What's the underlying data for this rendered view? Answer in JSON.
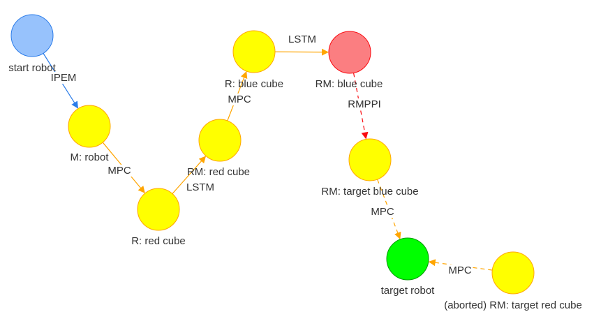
{
  "colors": {
    "start": {
      "fill": "#97c2fc",
      "stroke": "#2b7ce9"
    },
    "step": {
      "fill": "#ffff00",
      "stroke": "#ffa500"
    },
    "blocked": {
      "fill": "#fb7e81",
      "stroke": "#fa0a10"
    },
    "goal": {
      "fill": "#00ff00",
      "stroke": "#009900"
    },
    "edge_default": "#ffa500",
    "edge_start": "#2b7ce9",
    "edge_blocked": "#fa0a10"
  },
  "nodes": [
    {
      "id": "start-robot",
      "label": "start robot",
      "kind": "start"
    },
    {
      "id": "m-robot",
      "label": "M: robot",
      "kind": "step"
    },
    {
      "id": "r-red-cube",
      "label": "R: red cube",
      "kind": "step"
    },
    {
      "id": "rm-red-cube",
      "label": "RM: red cube",
      "kind": "step"
    },
    {
      "id": "r-blue-cube",
      "label": "R: blue cube",
      "kind": "step"
    },
    {
      "id": "rm-blue-cube",
      "label": "RM: blue cube",
      "kind": "blocked"
    },
    {
      "id": "rm-target-blue-cube",
      "label": "RM: target blue cube",
      "kind": "step"
    },
    {
      "id": "target-robot",
      "label": "target robot",
      "kind": "goal"
    },
    {
      "id": "aborted-rm-target-red-cube",
      "label": "(aborted) RM: target red cube",
      "kind": "step"
    }
  ],
  "edges": [
    {
      "from": "start-robot",
      "to": "m-robot",
      "label": "IPEM",
      "style": "solid",
      "color": "start"
    },
    {
      "from": "m-robot",
      "to": "r-red-cube",
      "label": "MPC",
      "style": "solid",
      "color": "default"
    },
    {
      "from": "r-red-cube",
      "to": "rm-red-cube",
      "label": "LSTM",
      "style": "solid",
      "color": "default"
    },
    {
      "from": "rm-red-cube",
      "to": "r-blue-cube",
      "label": "MPC",
      "style": "solid",
      "color": "default"
    },
    {
      "from": "r-blue-cube",
      "to": "rm-blue-cube",
      "label": "LSTM",
      "style": "solid",
      "color": "default"
    },
    {
      "from": "rm-blue-cube",
      "to": "rm-target-blue-cube",
      "label": "RMPPI",
      "style": "dashed",
      "color": "blocked"
    },
    {
      "from": "rm-target-blue-cube",
      "to": "target-robot",
      "label": "MPC",
      "style": "dashed",
      "color": "default"
    },
    {
      "from": "aborted-rm-target-red-cube",
      "to": "target-robot",
      "label": "MPC",
      "style": "dashed",
      "color": "default"
    }
  ]
}
